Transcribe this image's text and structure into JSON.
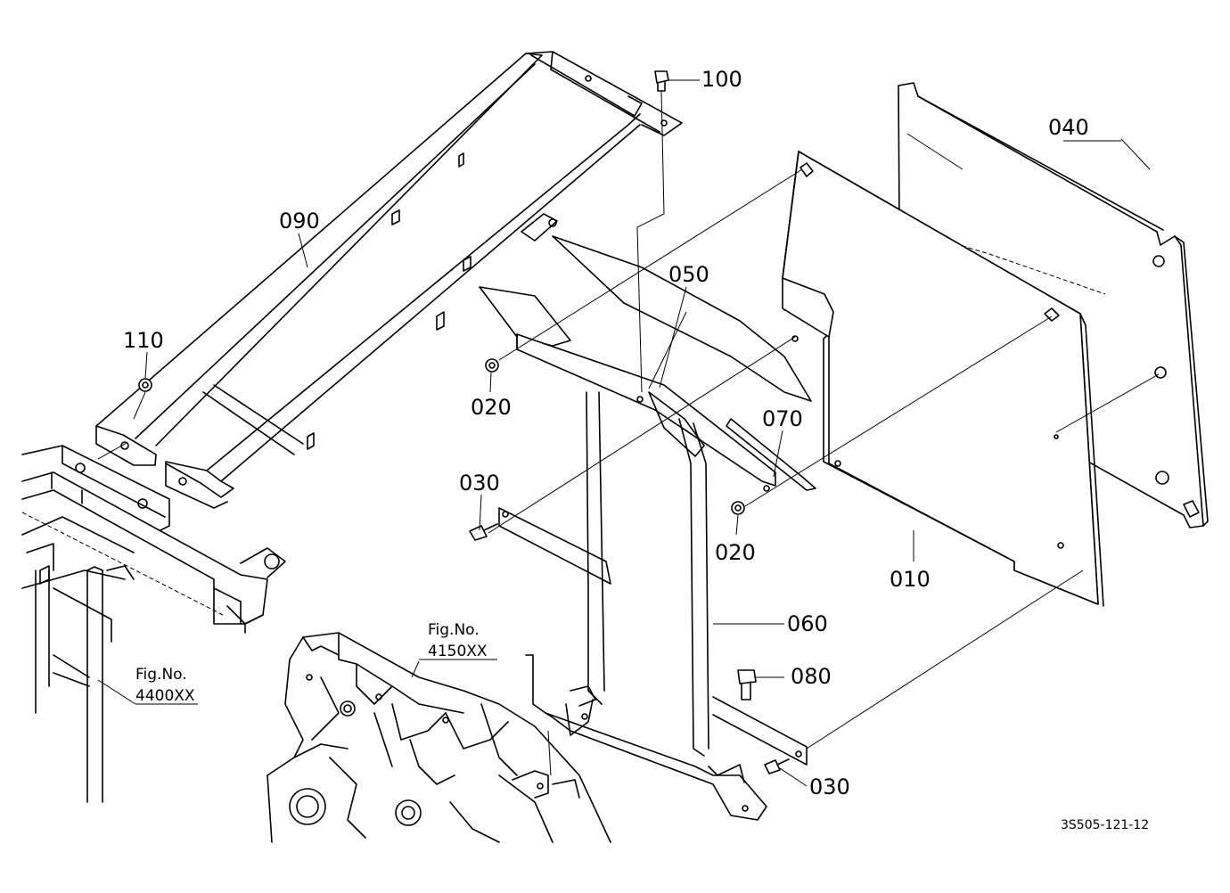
{
  "parts": [
    {
      "key": "p010",
      "number": "010"
    },
    {
      "key": "p020a",
      "number": "020"
    },
    {
      "key": "p020b",
      "number": "020"
    },
    {
      "key": "p030a",
      "number": "030"
    },
    {
      "key": "p030b",
      "number": "030"
    },
    {
      "key": "p040",
      "number": "040"
    },
    {
      "key": "p050",
      "number": "050"
    },
    {
      "key": "p060",
      "number": "060"
    },
    {
      "key": "p070",
      "number": "070"
    },
    {
      "key": "p080",
      "number": "080"
    },
    {
      "key": "p090",
      "number": "090"
    },
    {
      "key": "p100",
      "number": "100"
    },
    {
      "key": "p110",
      "number": "110"
    }
  ],
  "figure_refs": [
    {
      "prefix": "Fig.No.",
      "number": "4150XX"
    },
    {
      "prefix": "Fig.No.",
      "number": "4400XX"
    }
  ],
  "diagram_code": "3S505-121-12"
}
